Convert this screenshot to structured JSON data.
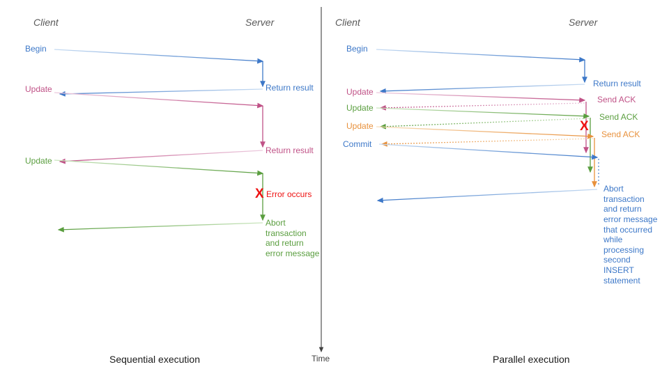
{
  "figure": {
    "title_left": "Sequential execution",
    "title_right": "Parallel execution",
    "time_axis_label": "Time",
    "colors": {
      "blue": "#3d78c8",
      "blue_light": "#9cbfe8",
      "pink": "#c05287",
      "pink_light": "#dda6c1",
      "green": "#5a9e3f",
      "green_light": "#a8cf96",
      "orange": "#e8913c",
      "orange_light": "#f4c68f",
      "red": "#ee1111",
      "gray": "#595959",
      "divider": "#404040"
    }
  },
  "left_panel": {
    "actor_client": "Client",
    "actor_server": "Server",
    "caption": "Sequential execution",
    "messages": {
      "begin": "Begin",
      "update1": "Update",
      "update2": "Update",
      "return_result_1": "Return result",
      "return_result_2": "Return result",
      "error": "Error occurs",
      "error_mark": "X",
      "abort": "Abort\ntransaction\nand return\nerror message"
    }
  },
  "right_panel": {
    "actor_client": "Client",
    "actor_server": "Server",
    "caption": "Parallel execution",
    "messages": {
      "begin": "Begin",
      "update1": "Update",
      "update2": "Update",
      "update3": "Update",
      "commit": "Commit",
      "return_result": "Return result",
      "send_ack_1": "Send ACK",
      "send_ack_2": "Send ACK",
      "send_ack_3": "Send ACK",
      "error_mark": "X",
      "abort": "Abort\ntransaction\nand return\nerror message\nthat occurred\nwhile\nprocessing\nsecond\nINSERT\nstatement"
    }
  }
}
